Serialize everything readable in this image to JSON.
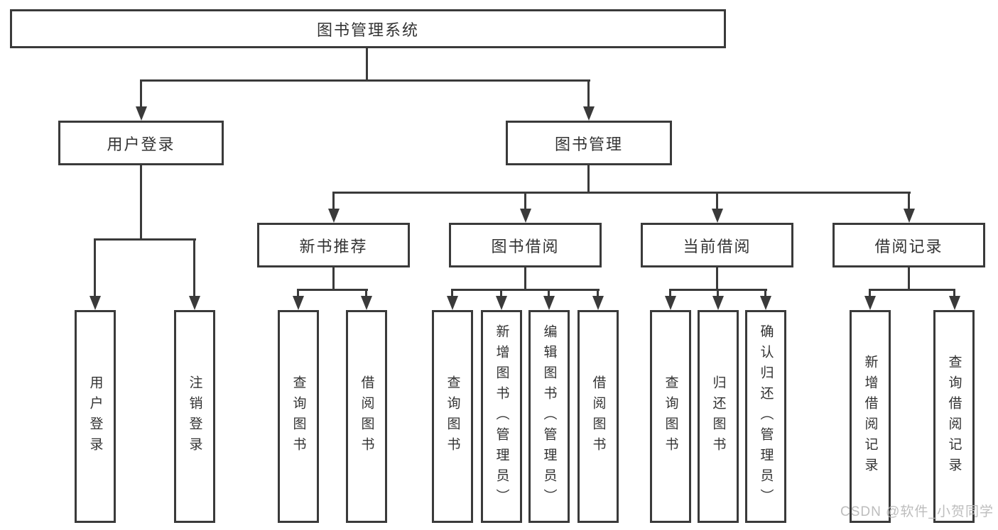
{
  "diagram": {
    "title": "图书管理系统",
    "root": {
      "label": "图书管理系统"
    },
    "branches": [
      {
        "label": "用户登录",
        "children": [
          "用户登录",
          "注销登录"
        ]
      },
      {
        "label": "图书管理",
        "children": [
          {
            "label": "新书推荐",
            "children": [
              "查询图书",
              "借阅图书"
            ]
          },
          {
            "label": "图书借阅",
            "children": [
              "查询图书",
              "新增图书（管理员）",
              "编辑图书（管理员）",
              "借阅图书"
            ]
          },
          {
            "label": "当前借阅",
            "children": [
              "查询图书",
              "归还图书",
              "确认归还（管理员）"
            ]
          },
          {
            "label": "借阅记录",
            "children": [
              "新增借阅记录",
              "查询借阅记录"
            ]
          }
        ]
      }
    ]
  },
  "watermark": "CSDN @软件_小贺同学",
  "colors": {
    "line": "#3a3a3a",
    "text": "#333333",
    "watermark": "#b9b9b9",
    "background": "#ffffff"
  }
}
